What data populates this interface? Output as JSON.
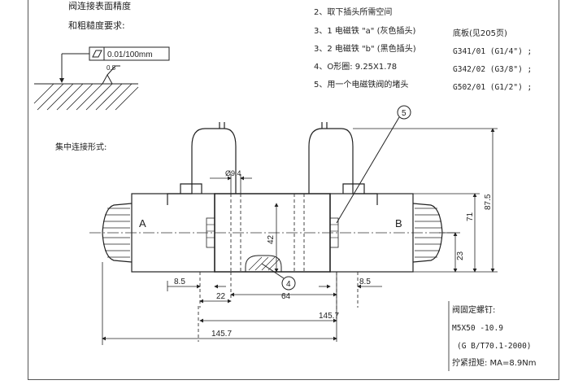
{
  "top_left": {
    "line1": "阀连接表面精度",
    "line2": "和粗糙度要求:",
    "flatness": "0.01/100mm",
    "roughness": "0.8"
  },
  "notes": {
    "n2": "2、取下插头所需空间",
    "n31": "3、1  电磁铁 \"a\"  (灰色插头)",
    "n32": "3、2  电磁铁 \"b\"  (黑色插头)",
    "n4": "4、O形圈: 9.25X1.78",
    "n5": "5、用一个电磁铁阀的堵头"
  },
  "subplates": {
    "title": "底板(见205页)",
    "items": [
      "G341/01  (G1/4\") ;",
      "G342/02  (G3/8\") ;",
      "G502/01  (G1/2\") ;"
    ]
  },
  "section_label": "集中连接形式:",
  "drawing": {
    "label_a": "A",
    "label_b": "B",
    "callout_5": "5",
    "callout_4": "4",
    "dims": {
      "d_phi": "Ø9.4",
      "d_42": "42",
      "d_71": "71",
      "d_875": "87.5",
      "d_23": "23",
      "d_85_left": "8.5",
      "d_85_right": "8.5",
      "d_22": "22",
      "d_64": "64",
      "d_1457_inner": "145.7",
      "d_1457_outer": "145.7"
    }
  },
  "bolts": {
    "title": "阀固定螺钉:",
    "spec": "M5X50  -10.9",
    "standard": "(G B/T70.1-2000)",
    "torque": "拧紧扭矩: MA=8.9Nm"
  }
}
